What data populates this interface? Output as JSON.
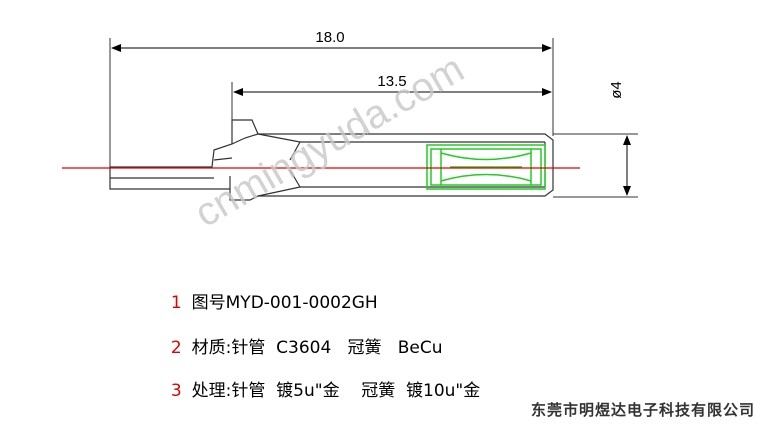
{
  "drawing": {
    "dim_overall": "18.0",
    "dim_tube": "13.5",
    "dim_diameter": "ø4",
    "watermark": "cnmingyuda.com"
  },
  "notes": [
    {
      "num": "1",
      "text": "图号MYD-001-0002GH"
    },
    {
      "num": "2",
      "text": "材质:针管  C3604   冠簧   BeCu"
    },
    {
      "num": "3",
      "text": "处理:针管  镀5u\"金    冠簧  镀10u\"金"
    }
  ],
  "company": "东莞市明煜达电子科技有限公司",
  "colors": {
    "centerline": "#e00000",
    "crown_spring": "#22cc22",
    "outline": "#333333"
  }
}
